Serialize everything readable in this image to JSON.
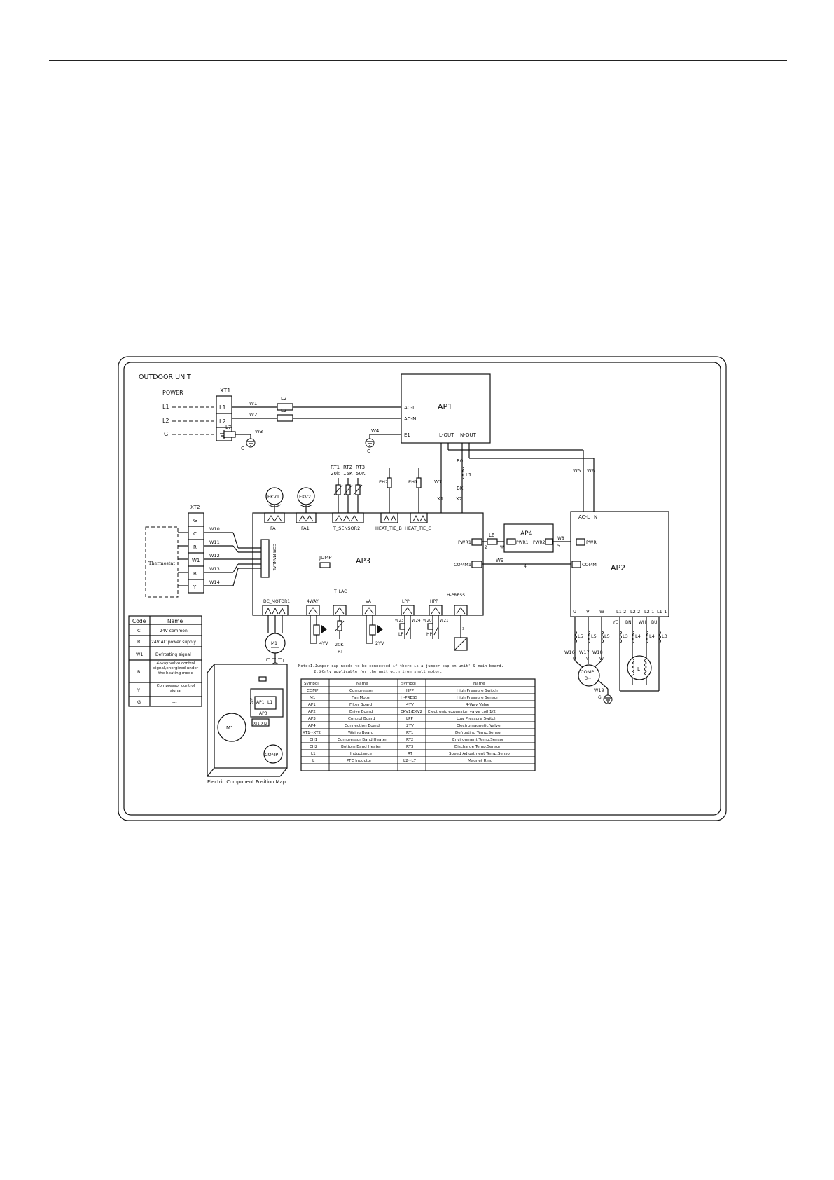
{
  "section": {
    "title": "OUTDOOR UNIT"
  },
  "power": {
    "label": "POWER",
    "lines": [
      "L1",
      "L2",
      "G"
    ],
    "terminal_block": "XT1",
    "terminals": [
      "L1",
      "L2"
    ],
    "wires": [
      "W1",
      "W2",
      "W3",
      "W4"
    ],
    "rings": [
      "L2",
      "L2",
      "L7"
    ],
    "grounds": [
      "G",
      "G"
    ]
  },
  "boards": {
    "ap1": {
      "name": "AP1",
      "pins": [
        "AC-L",
        "AC-N",
        "E1",
        "L-OUT",
        "N-OUT"
      ]
    },
    "ap2": {
      "name": "AP2",
      "pins": [
        "AC-L",
        "N",
        "PWR",
        "COMM",
        "U",
        "V",
        "W",
        "L1-2",
        "L2-2",
        "L2-1",
        "L1-1"
      ]
    },
    "ap3": {
      "name": "AP3",
      "jump": "JUMP",
      "pwr_pin": "PWR1",
      "comm_pin": "COMM1",
      "side_label": "COM-MANUAL"
    },
    "ap4": {
      "name": "AP4",
      "pins": [
        "PWR1",
        "PWR2"
      ]
    }
  },
  "top_connectors": {
    "ekv": [
      "EKV1",
      "EKV2"
    ],
    "labels": [
      "FA",
      "FA1",
      "T_SENSOR2",
      "HEAT_TIE_B",
      "HEAT_TIE_C"
    ],
    "sensors": [
      "RT1",
      "RT2",
      "RT3"
    ],
    "sensor_values": [
      "20k",
      "15K",
      "50K"
    ],
    "heaters": [
      "EH2",
      "EH1"
    ],
    "wires": [
      "W7",
      "R0",
      "L1",
      "BK",
      "X1",
      "X2",
      "W5",
      "W6",
      "L6",
      "W8",
      "W9",
      "W22",
      "4",
      "2",
      "5"
    ]
  },
  "thermostat": {
    "label": "Thermostat",
    "terminal_block": "XT2",
    "terminals": [
      "G",
      "C",
      "R",
      "W1",
      "B",
      "Y"
    ],
    "wires": [
      "W10",
      "W11",
      "W12",
      "W13",
      "W14"
    ]
  },
  "bottom_connectors": {
    "labels": [
      "DC_MOTOR1",
      "4WAY",
      "T_LAC",
      "VA",
      "LPP",
      "HPP",
      "H-PRESS"
    ],
    "motor": "M1",
    "ground": "G",
    "items": [
      "4YV",
      "20K",
      "RT",
      "2YV",
      "LP",
      "HP"
    ],
    "wires": [
      "W23",
      "W24",
      "W20",
      "W21"
    ],
    "small": "3"
  },
  "compressor_side": {
    "wires": [
      "W16",
      "W17",
      "W18",
      "W19"
    ],
    "phases": [
      "U",
      "V",
      "W"
    ],
    "inductors": [
      "L5",
      "L5",
      "L5",
      "L3",
      "L4",
      "L4",
      "L3"
    ],
    "colors": [
      "YE",
      "BN",
      "WH",
      "BU"
    ],
    "comp": [
      "COMP",
      "3~"
    ],
    "reactor": "L",
    "ground": "G"
  },
  "notes": [
    "Note:1.Jumper cap needs to be connected if there is a jumper cap on unit' S main board.",
    "2.①Only applicable for the unit with iron shell motor."
  ],
  "code_table": {
    "headers": [
      "Code",
      "Name"
    ],
    "rows": [
      [
        "C",
        "24V common"
      ],
      [
        "R",
        "24V AC power supply"
      ],
      [
        "W1",
        "Defrosting signal"
      ],
      [
        "B",
        "4-way valve control signal,energized under the heating mode"
      ],
      [
        "Y",
        "Compressor control signal"
      ],
      [
        "G",
        "---"
      ]
    ]
  },
  "position_map": {
    "caption": "Electric Component Position Map",
    "labels": [
      "M1",
      "COMP",
      "AP2",
      "AP1",
      "L1",
      "AP3",
      "XT1",
      "XT2"
    ]
  },
  "symbol_table": {
    "headers": [
      "Symbol",
      "Name",
      "Symbol",
      "Name"
    ],
    "rows": [
      [
        "COMP",
        "Compressor",
        "HPP",
        "High Pressure Switch"
      ],
      [
        "M1",
        "Fan Motor",
        "H-PRESS",
        "High Pressure Sensor"
      ],
      [
        "AP1",
        "Filter Board",
        "4YV",
        "4-Way Valve"
      ],
      [
        "AP2",
        "Drive Board",
        "EKV1/EKV2",
        "Electronic expansion valve coil 1/2"
      ],
      [
        "AP3",
        "Control Board",
        "LPP",
        "Low Pressure Switch"
      ],
      [
        "AP4",
        "Connection Board",
        "2YV",
        "Electromagnetic Valve"
      ],
      [
        "XT1~XT2",
        "Wiring Board",
        "RT1",
        "Defrosting Temp.Sensor"
      ],
      [
        "EH1",
        "Compressor Band Heater",
        "RT2",
        "Environment Temp.Sensor"
      ],
      [
        "EH2",
        "Bottom Band Heater",
        "RT3",
        "Discharge Temp.Sensor"
      ],
      [
        "L1",
        "Inductance",
        "RT",
        "Speed Adjustment Temp.Sensor"
      ],
      [
        "L",
        "PFC Inductor",
        "L2~L7",
        "Magnet Ring"
      ]
    ]
  }
}
